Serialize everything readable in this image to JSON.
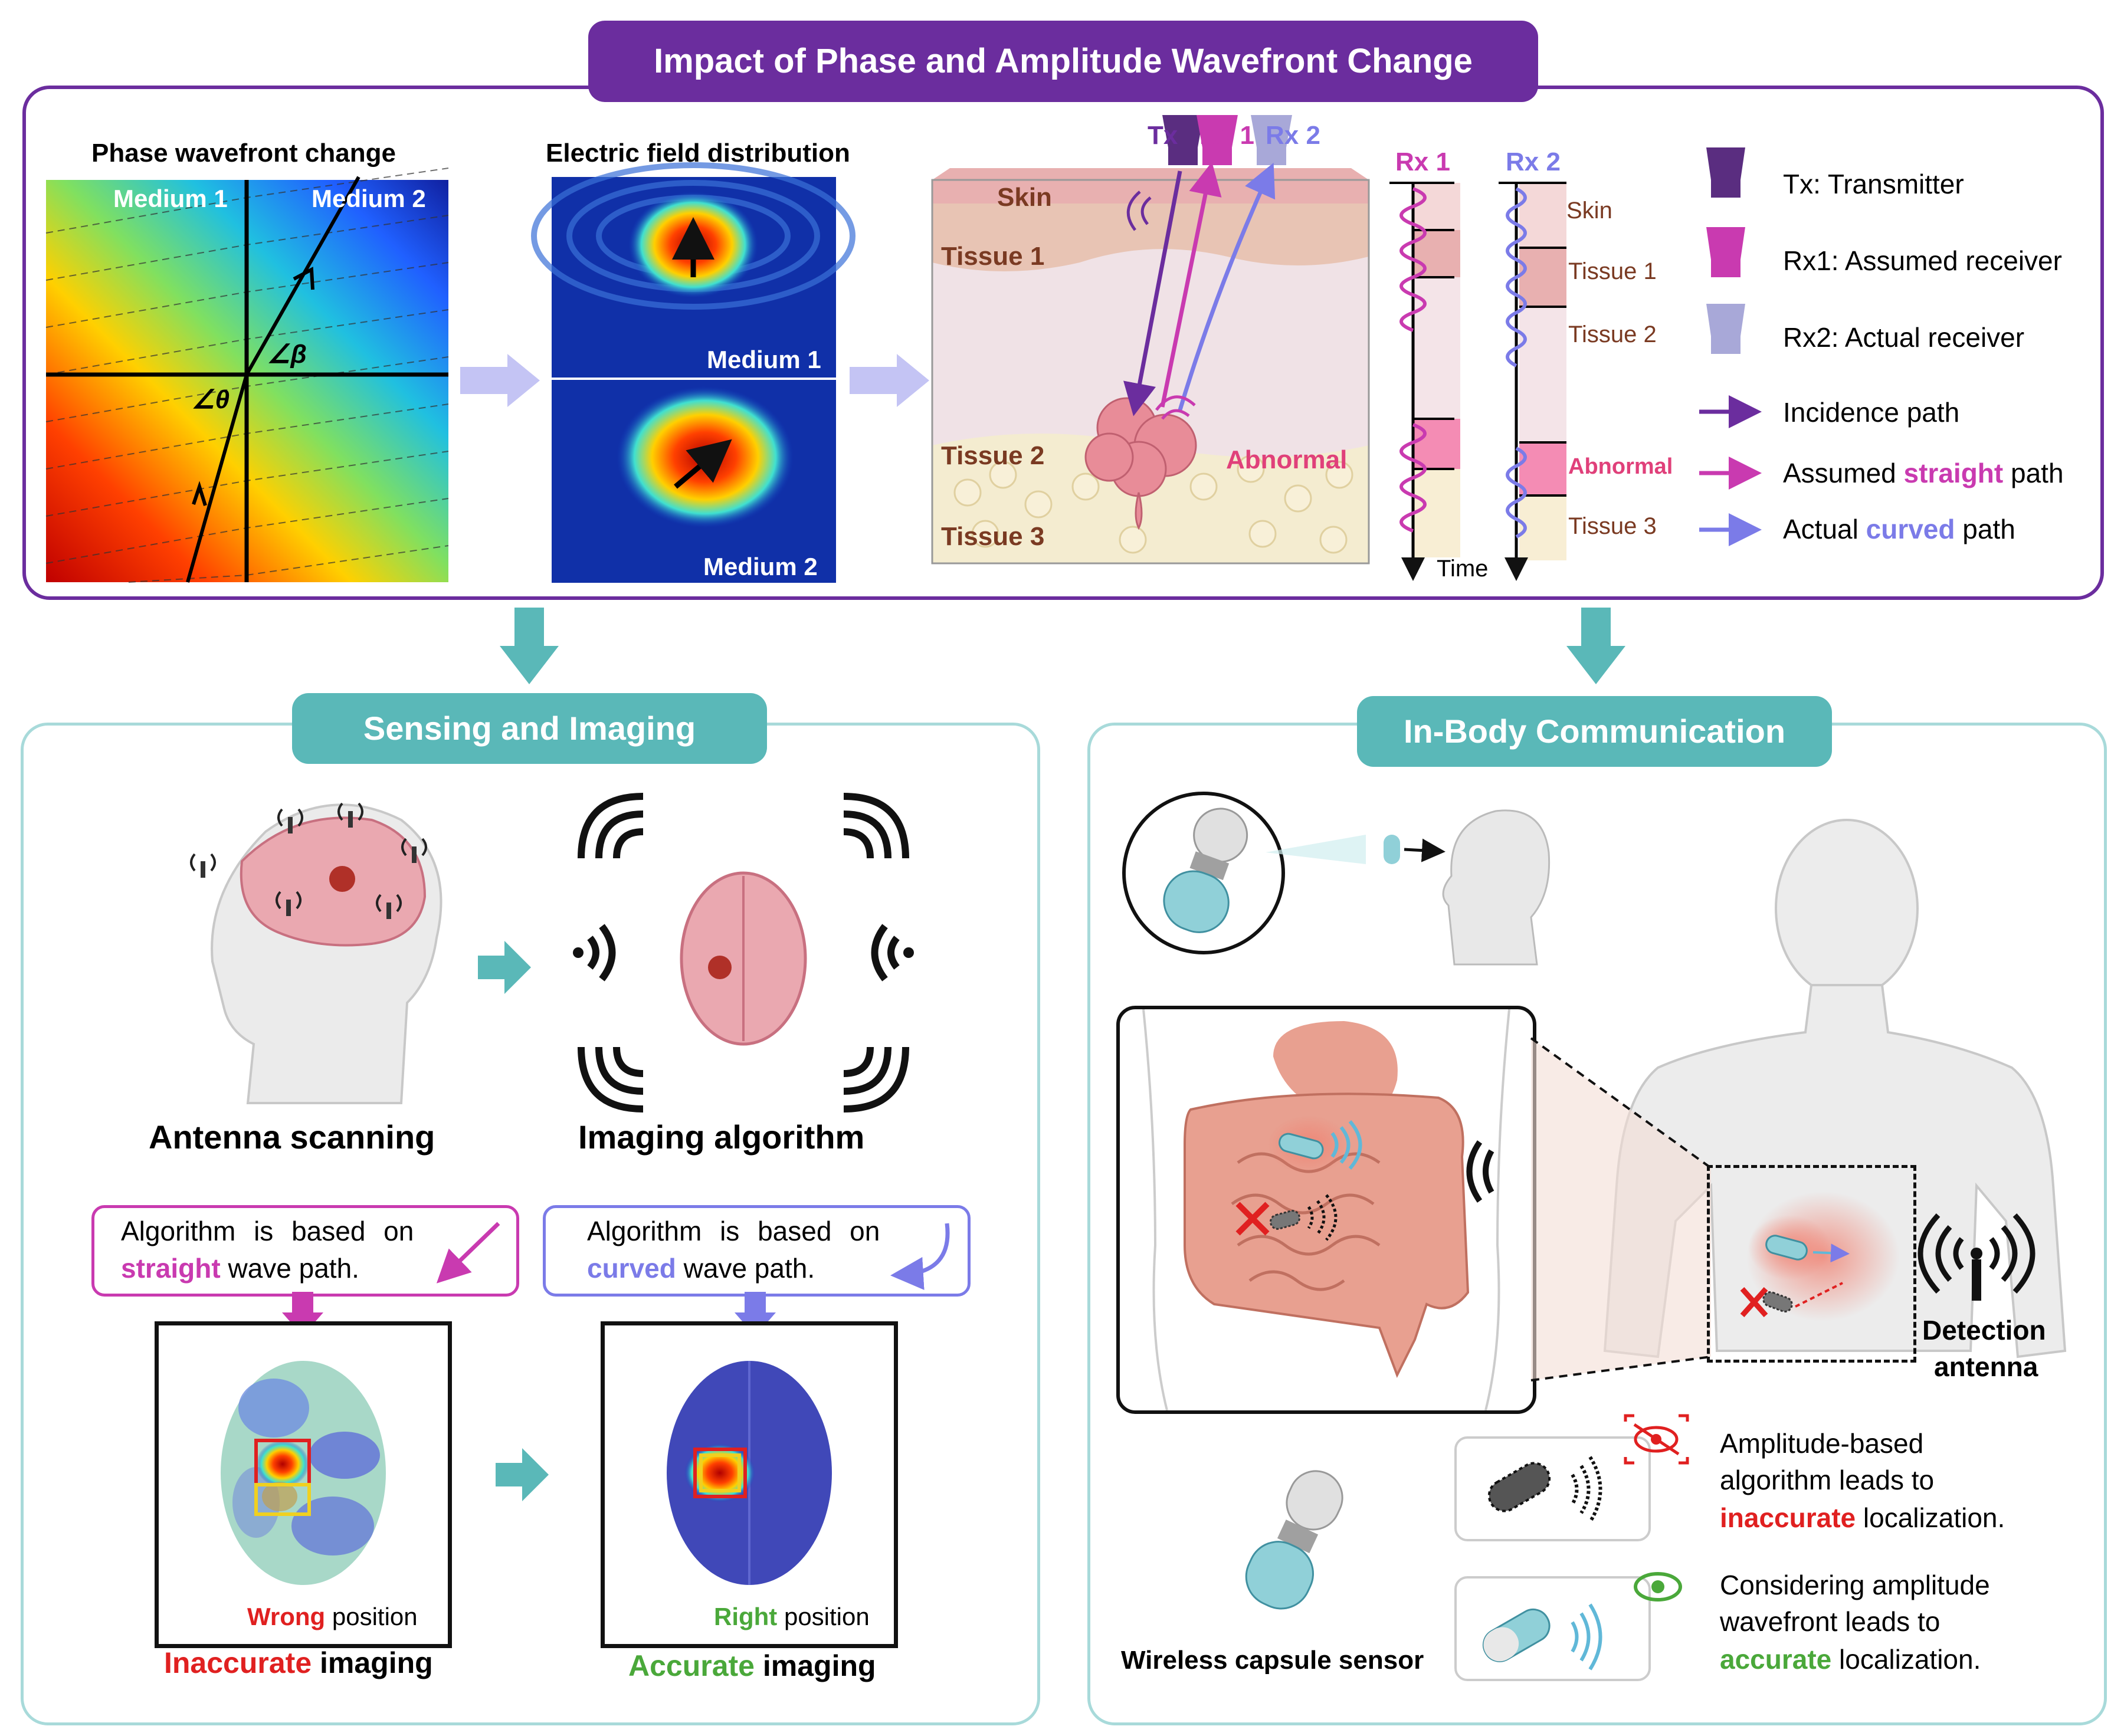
{
  "top": {
    "title": "Impact of Phase and Amplitude Wavefront Change",
    "phase": {
      "title": "Phase wavefront change",
      "medium1": "Medium 1",
      "medium2": "Medium 2",
      "beta": "∠β",
      "theta": "∠θ"
    },
    "efield": {
      "title": "Electric field distribution",
      "medium1": "Medium 1",
      "medium2": "Medium 2"
    },
    "tissue": {
      "tx": "Tx",
      "rx1": "Rx 1",
      "rx2": "Rx 2",
      "skin": "Skin",
      "tissue1": "Tissue 1",
      "tissue2": "Tissue 2",
      "tissue3": "Tissue 3",
      "abnormal": "Abnormal"
    },
    "signals": {
      "rx1": "Rx 1",
      "rx2": "Rx 2",
      "skin": "Skin",
      "tissue1": "Tissue 1",
      "tissue2": "Tissue 2",
      "abnormal": "Abnormal",
      "tissue3": "Tissue 3",
      "time": "Time"
    },
    "legend": {
      "tx": "Tx: Transmitter",
      "rx1": "Rx1: Assumed receiver",
      "rx2": "Rx2: Actual receiver",
      "incidence": "Incidence path",
      "assumed_pre": "Assumed ",
      "assumed_key": "straight",
      "assumed_post": " path",
      "actual_pre": "Actual ",
      "actual_key": "curved",
      "actual_post": " path"
    }
  },
  "sensing": {
    "title": "Sensing and Imaging",
    "antenna_label": "Antenna scanning",
    "algorithm_label": "Imaging algorithm",
    "box1_line1": "Algorithm is based on",
    "box1_key": "straight",
    "box1_rest": " wave path.",
    "box2_line1": "Algorithm is based on",
    "box2_key": "curved",
    "box2_rest": " wave path.",
    "wrong_key": "Wrong",
    "wrong_rest": " position",
    "right_key": "Right",
    "right_rest": " position",
    "inaccurate_key": "Inaccurate",
    "inaccurate_rest": " imaging",
    "accurate_key": "Accurate",
    "accurate_rest": " imaging"
  },
  "comm": {
    "title": "In-Body Communication",
    "detection1": "Detection",
    "detection2": "antenna",
    "capsule_label": "Wireless capsule sensor",
    "amp_line1": "Amplitude-based",
    "amp_line2": "algorithm leads to",
    "amp_key": "inaccurate",
    "amp_rest": " localization.",
    "cons_line1": "Considering amplitude",
    "cons_line2": "wavefront leads to",
    "cons_key": "accurate",
    "cons_rest": " localization."
  },
  "colors": {
    "purple": "#6b2d9e",
    "teal": "#5ab8b8",
    "magenta": "#c93ab0",
    "lavender": "#7b7be8",
    "red": "#e02020",
    "green": "#4aa83a"
  }
}
